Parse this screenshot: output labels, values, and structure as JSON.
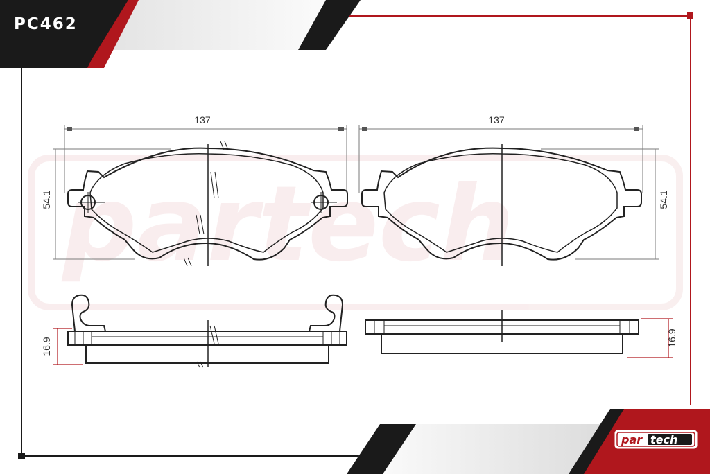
{
  "part_code": "PC462",
  "brand": {
    "logo_text_left": "par",
    "logo_text_right": "tech",
    "watermark": "partech"
  },
  "dimensions": {
    "front_width": "137",
    "front_height": "54.1",
    "front_thickness": "16.9",
    "back_width": "137",
    "back_height": "54.1",
    "back_thickness": "16.9"
  },
  "colors": {
    "accent_red": "#b0171d",
    "dark": "#1a1a1a",
    "line": "#222222",
    "dim_line": "#7a7a7a"
  },
  "icons": [
    "brake-pad-front-icon",
    "brake-pad-back-icon",
    "brake-pad-side-icon"
  ]
}
